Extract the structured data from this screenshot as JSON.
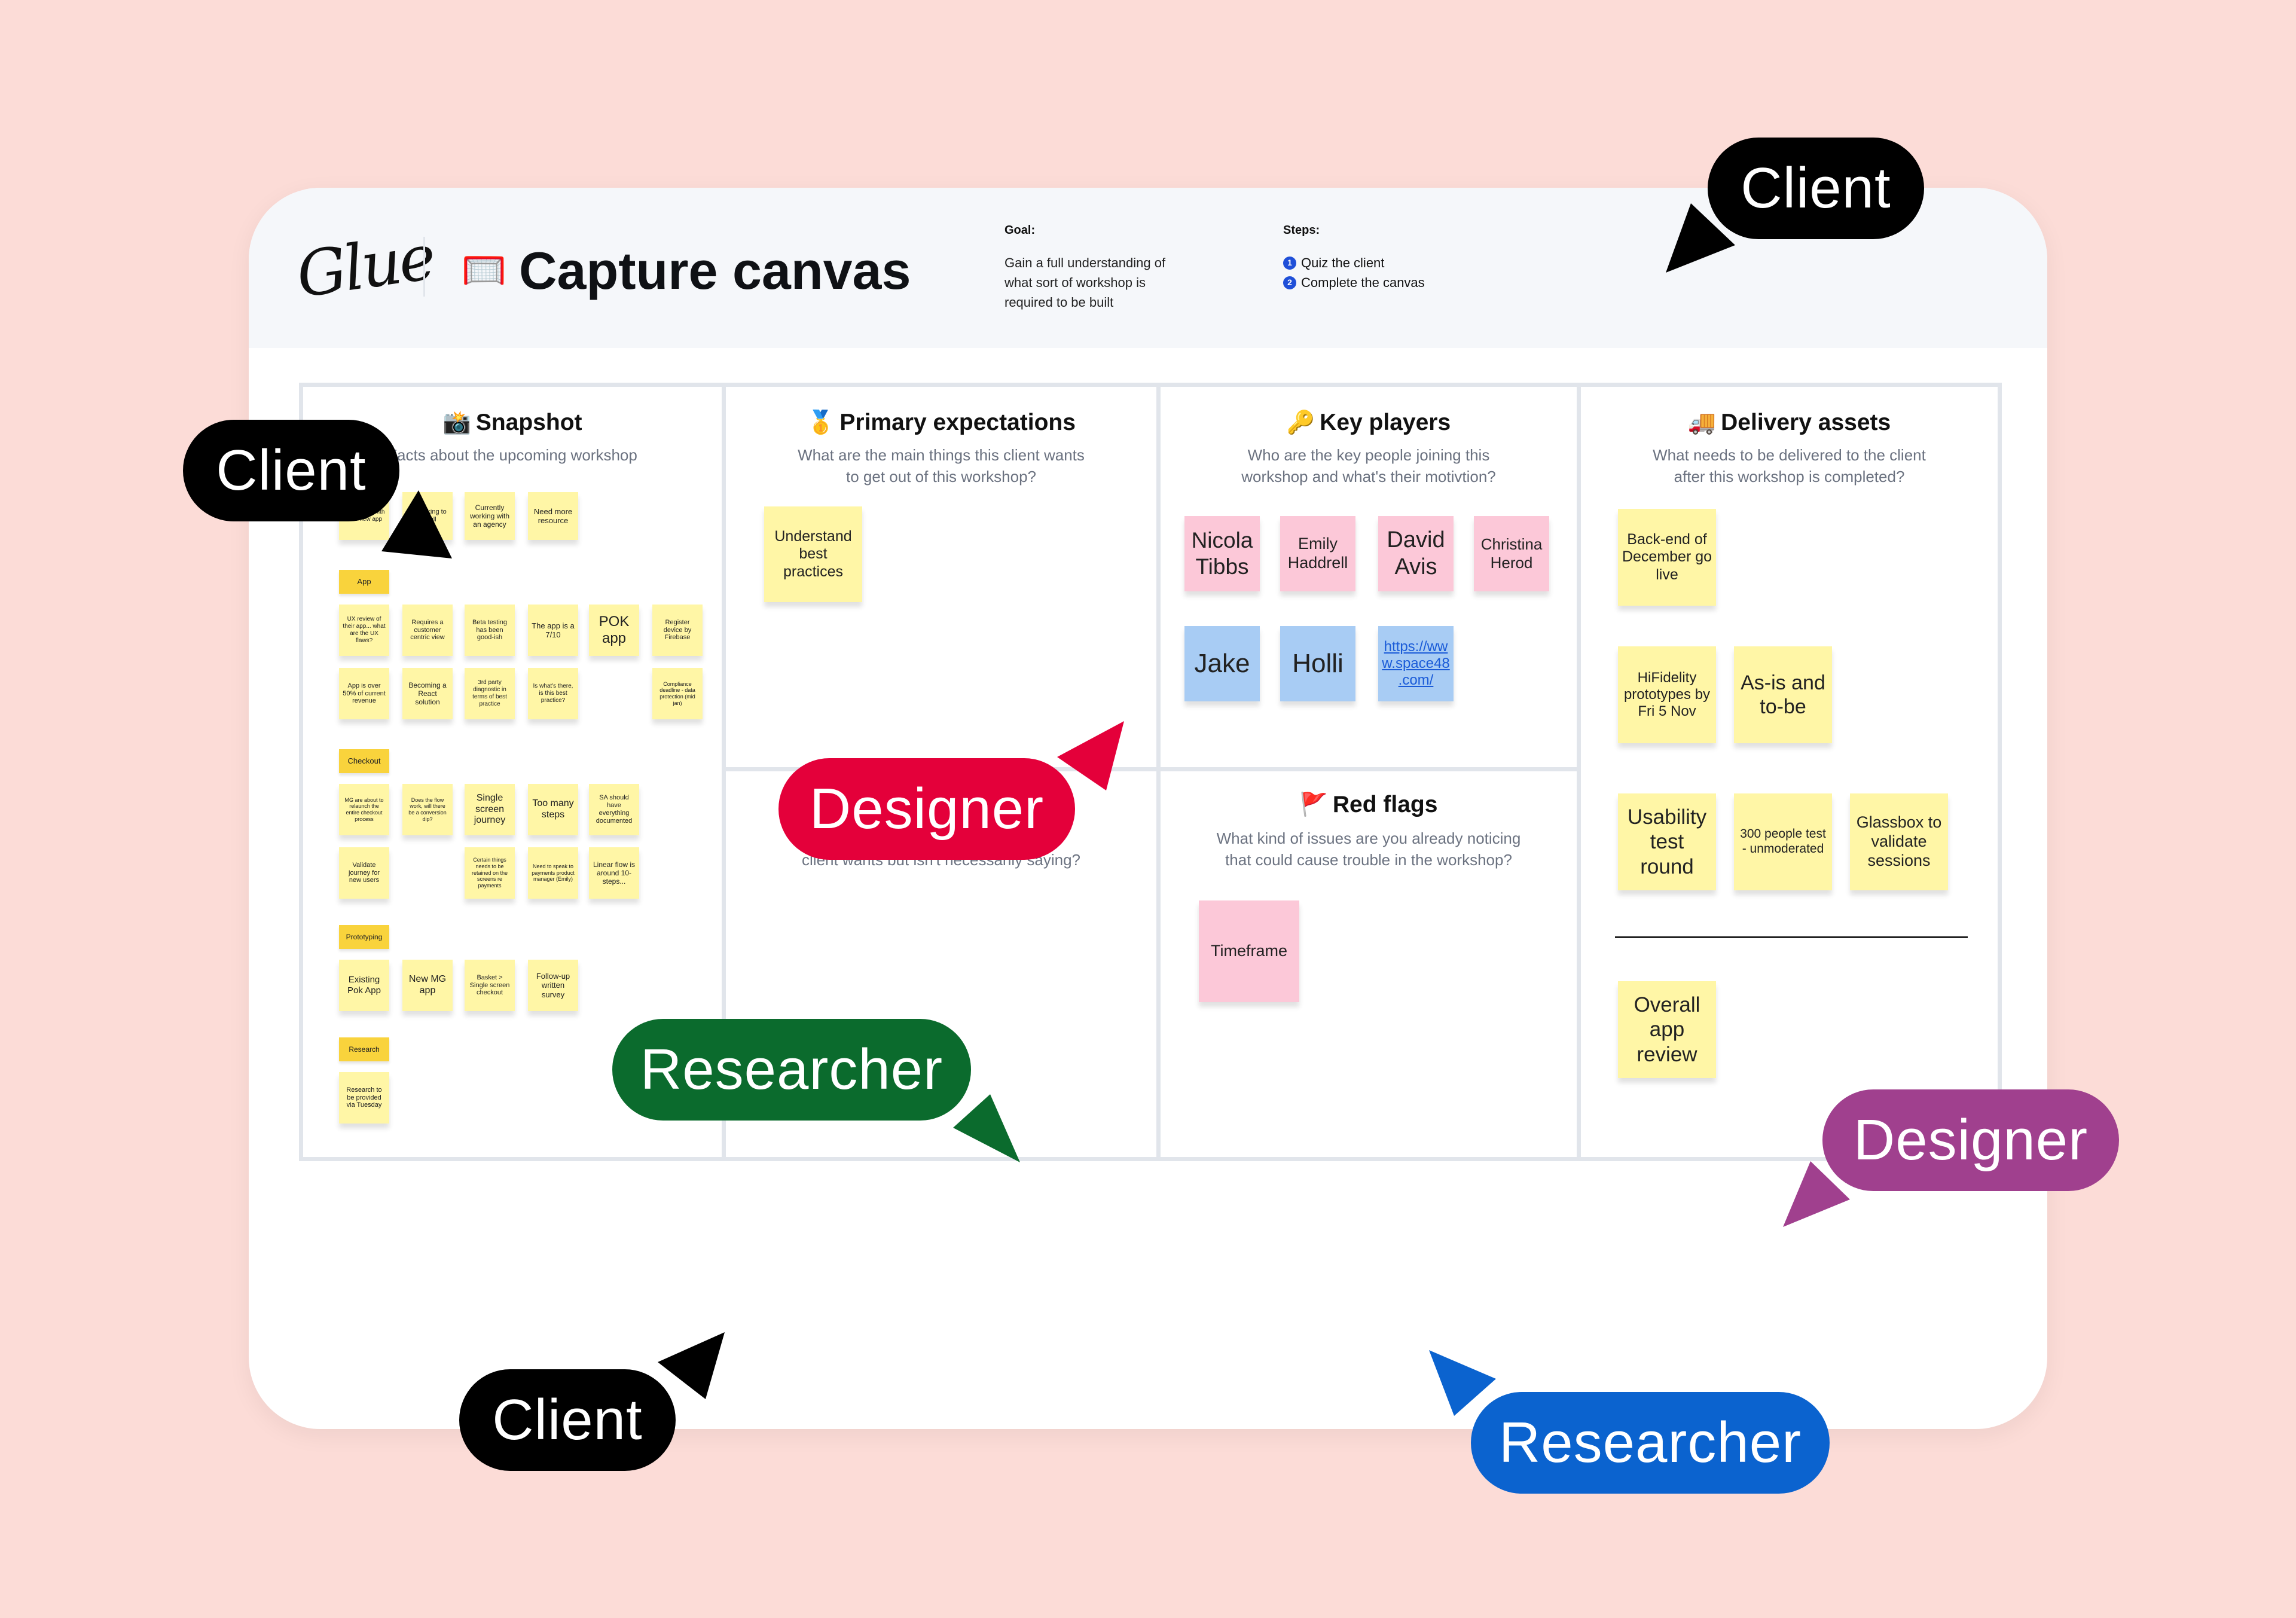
{
  "header": {
    "logo": "Glue",
    "title_emoji": "🥅",
    "title": "Capture canvas",
    "goal_heading": "Goal:",
    "goal_lines": [
      "Gain a full understanding of",
      "what sort of workshop is",
      "required to be built"
    ],
    "steps_heading": "Steps:",
    "steps": [
      {
        "num": "1",
        "label": "Quiz the client"
      },
      {
        "num": "2",
        "label": "Complete the canvas"
      }
    ]
  },
  "sections": {
    "snapshot": {
      "emoji": "📸",
      "title": "Snapshot",
      "subtitle": "Facts about the upcoming workshop"
    },
    "primary": {
      "emoji": "🥇",
      "title": "Primary expectations",
      "subtitle_lines": [
        "What are the main things this client wants",
        "to get out of this workshop?"
      ]
    },
    "keyplayers": {
      "emoji": "🔑",
      "title": "Key players",
      "subtitle_lines": [
        "Who are the key people joining this",
        "workshop and what's their motivtion?"
      ]
    },
    "delivery": {
      "emoji": "🚚",
      "title": "Delivery assets",
      "subtitle_lines": [
        "What needs to be delivered to the client",
        "after this workshop is completed?"
      ]
    },
    "hidden": {
      "subtitle_lines": [
        "the",
        "client wants but isn't necessarily saying?"
      ]
    },
    "redflags": {
      "emoji": "🚩",
      "title": "Red flags",
      "subtitle_lines": [
        "What kind of issues are you already noticing",
        "that could cause trouble in the workshop?"
      ]
    }
  },
  "snapshot_notes": {
    "row1": [
      "constraints with their new app",
      "Be looking to do full",
      "Currently working with an agency",
      "Need more resource"
    ],
    "app_tag": "App",
    "app_row1": [
      "UX review of their app... what are the UX flaws?",
      "Requires a customer centric view",
      "Beta testing has been good-ish",
      "The app is a 7/10",
      "POK app",
      "Register device by Firebase"
    ],
    "app_row2": [
      "App is over 50% of current revenue",
      "Becoming a React solution",
      "3rd party diagnostic in terms of best practice",
      "Is what's there, is this best practice?",
      "Compliance deadline - data protection (mid jan)"
    ],
    "checkout_tag": "Checkout",
    "checkout_row1": [
      "MG are about to relaunch the entire checkout process",
      "Does the flow work, will there be a conversion dip?",
      "Single screen journey",
      "Too many steps",
      "SA should have everything documented"
    ],
    "checkout_row2": [
      "Validate journey for new users",
      "Certain things needs to be retained on the screens re payments",
      "Need to speak to payments product manager (Emily)",
      "Linear flow is around 10-steps..."
    ],
    "proto_tag": "Prototyping",
    "proto_row": [
      "Existing Pok App",
      "New MG app",
      "Basket > Single screen checkout",
      "Follow-up written survey"
    ],
    "research_tag": "Research",
    "research_row": [
      "Research to be provided via Tuesday"
    ]
  },
  "primary_notes": [
    "Understand best practices"
  ],
  "key_players": {
    "pink": [
      "Nicola Tibbs",
      "Emily Haddrell",
      "David Avis",
      "Christina Herod"
    ],
    "blue": [
      "Jake",
      "Holli",
      "https://www.space48.com/"
    ]
  },
  "red_flags_notes": [
    "Timeframe"
  ],
  "delivery_notes": [
    "Back-end of December go live",
    "HiFidelity prototypes by Fri 5 Nov",
    "As-is and to-be",
    "Usability test round",
    "300 people test - unmoderated",
    "Glassbox to validate sessions",
    "Overall app review"
  ],
  "cursors": [
    {
      "label": "Client",
      "color": "#000000"
    },
    {
      "label": "Client",
      "color": "#000000"
    },
    {
      "label": "Designer",
      "color": "#E4003A"
    },
    {
      "label": "Researcher",
      "color": "#0B6B2D"
    },
    {
      "label": "Designer",
      "color": "#A0408E"
    },
    {
      "label": "Client",
      "color": "#000000"
    },
    {
      "label": "Researcher",
      "color": "#0B63CF"
    }
  ]
}
